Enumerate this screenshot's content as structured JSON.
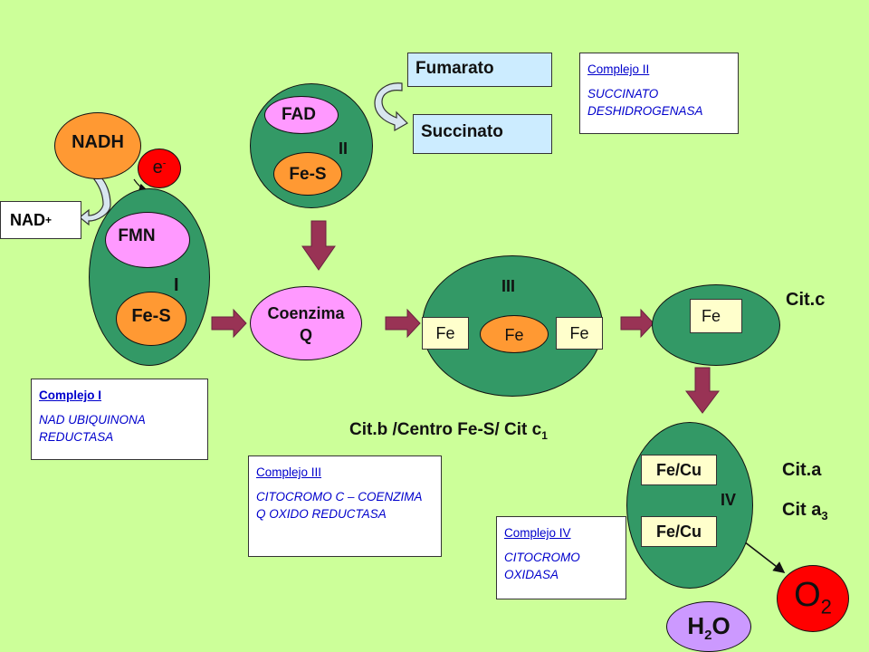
{
  "complex_I": {
    "donor": "NADH",
    "electron": "e",
    "electron_sup": "-",
    "product": "NAD",
    "product_sup": "+",
    "fmn": "FMN",
    "fes": "Fe-S",
    "roman": "I",
    "info_title": "Complejo I",
    "info_desc": "NAD UBIQUINONA REDUCTASA"
  },
  "complex_II": {
    "fad": "FAD",
    "fes": "Fe-S",
    "roman": "II",
    "substrate_in": "Fumarato",
    "substrate_out": "Succinato",
    "info_title": "Complejo II",
    "info_desc": "SUCCINATO DESHIDROGENASA"
  },
  "coenzyme_q": {
    "line1": "Coenzima",
    "line2": "Q"
  },
  "complex_III": {
    "roman": "III",
    "fe_left": "Fe",
    "fe_center": "Fe",
    "fe_right": "Fe",
    "caption_main": "Cit.b /Centro Fe-S/ Cit c",
    "caption_sub": "1",
    "info_title": "Complejo III",
    "info_desc": "CITOCROMO C – COENZIMA Q OXIDO REDUCTASA"
  },
  "cyt_c": {
    "fe": "Fe",
    "label": "Cit.c"
  },
  "complex_IV": {
    "roman": "IV",
    "fecu_top": "Fe/Cu",
    "fecu_bottom": "Fe/Cu",
    "label_a": "Cit.a",
    "label_a3_main": "Cit a",
    "label_a3_sub": "3",
    "info_title": "Complejo IV",
    "info_desc": "CITOCROMO OXIDASA"
  },
  "oxygen": {
    "main": "O",
    "sub": "2"
  },
  "water": {
    "pre": "H",
    "sub": "2",
    "post": "O"
  },
  "colors": {
    "background": "#ccff99",
    "complex_green": "#339966",
    "orange": "#ff9933",
    "pink": "#ff99ff",
    "red": "#ff0000",
    "lavender": "#cc99ff",
    "arrow_maroon": "#993355",
    "box_cyan": "#ccecff",
    "info_text": "#0000cc"
  }
}
